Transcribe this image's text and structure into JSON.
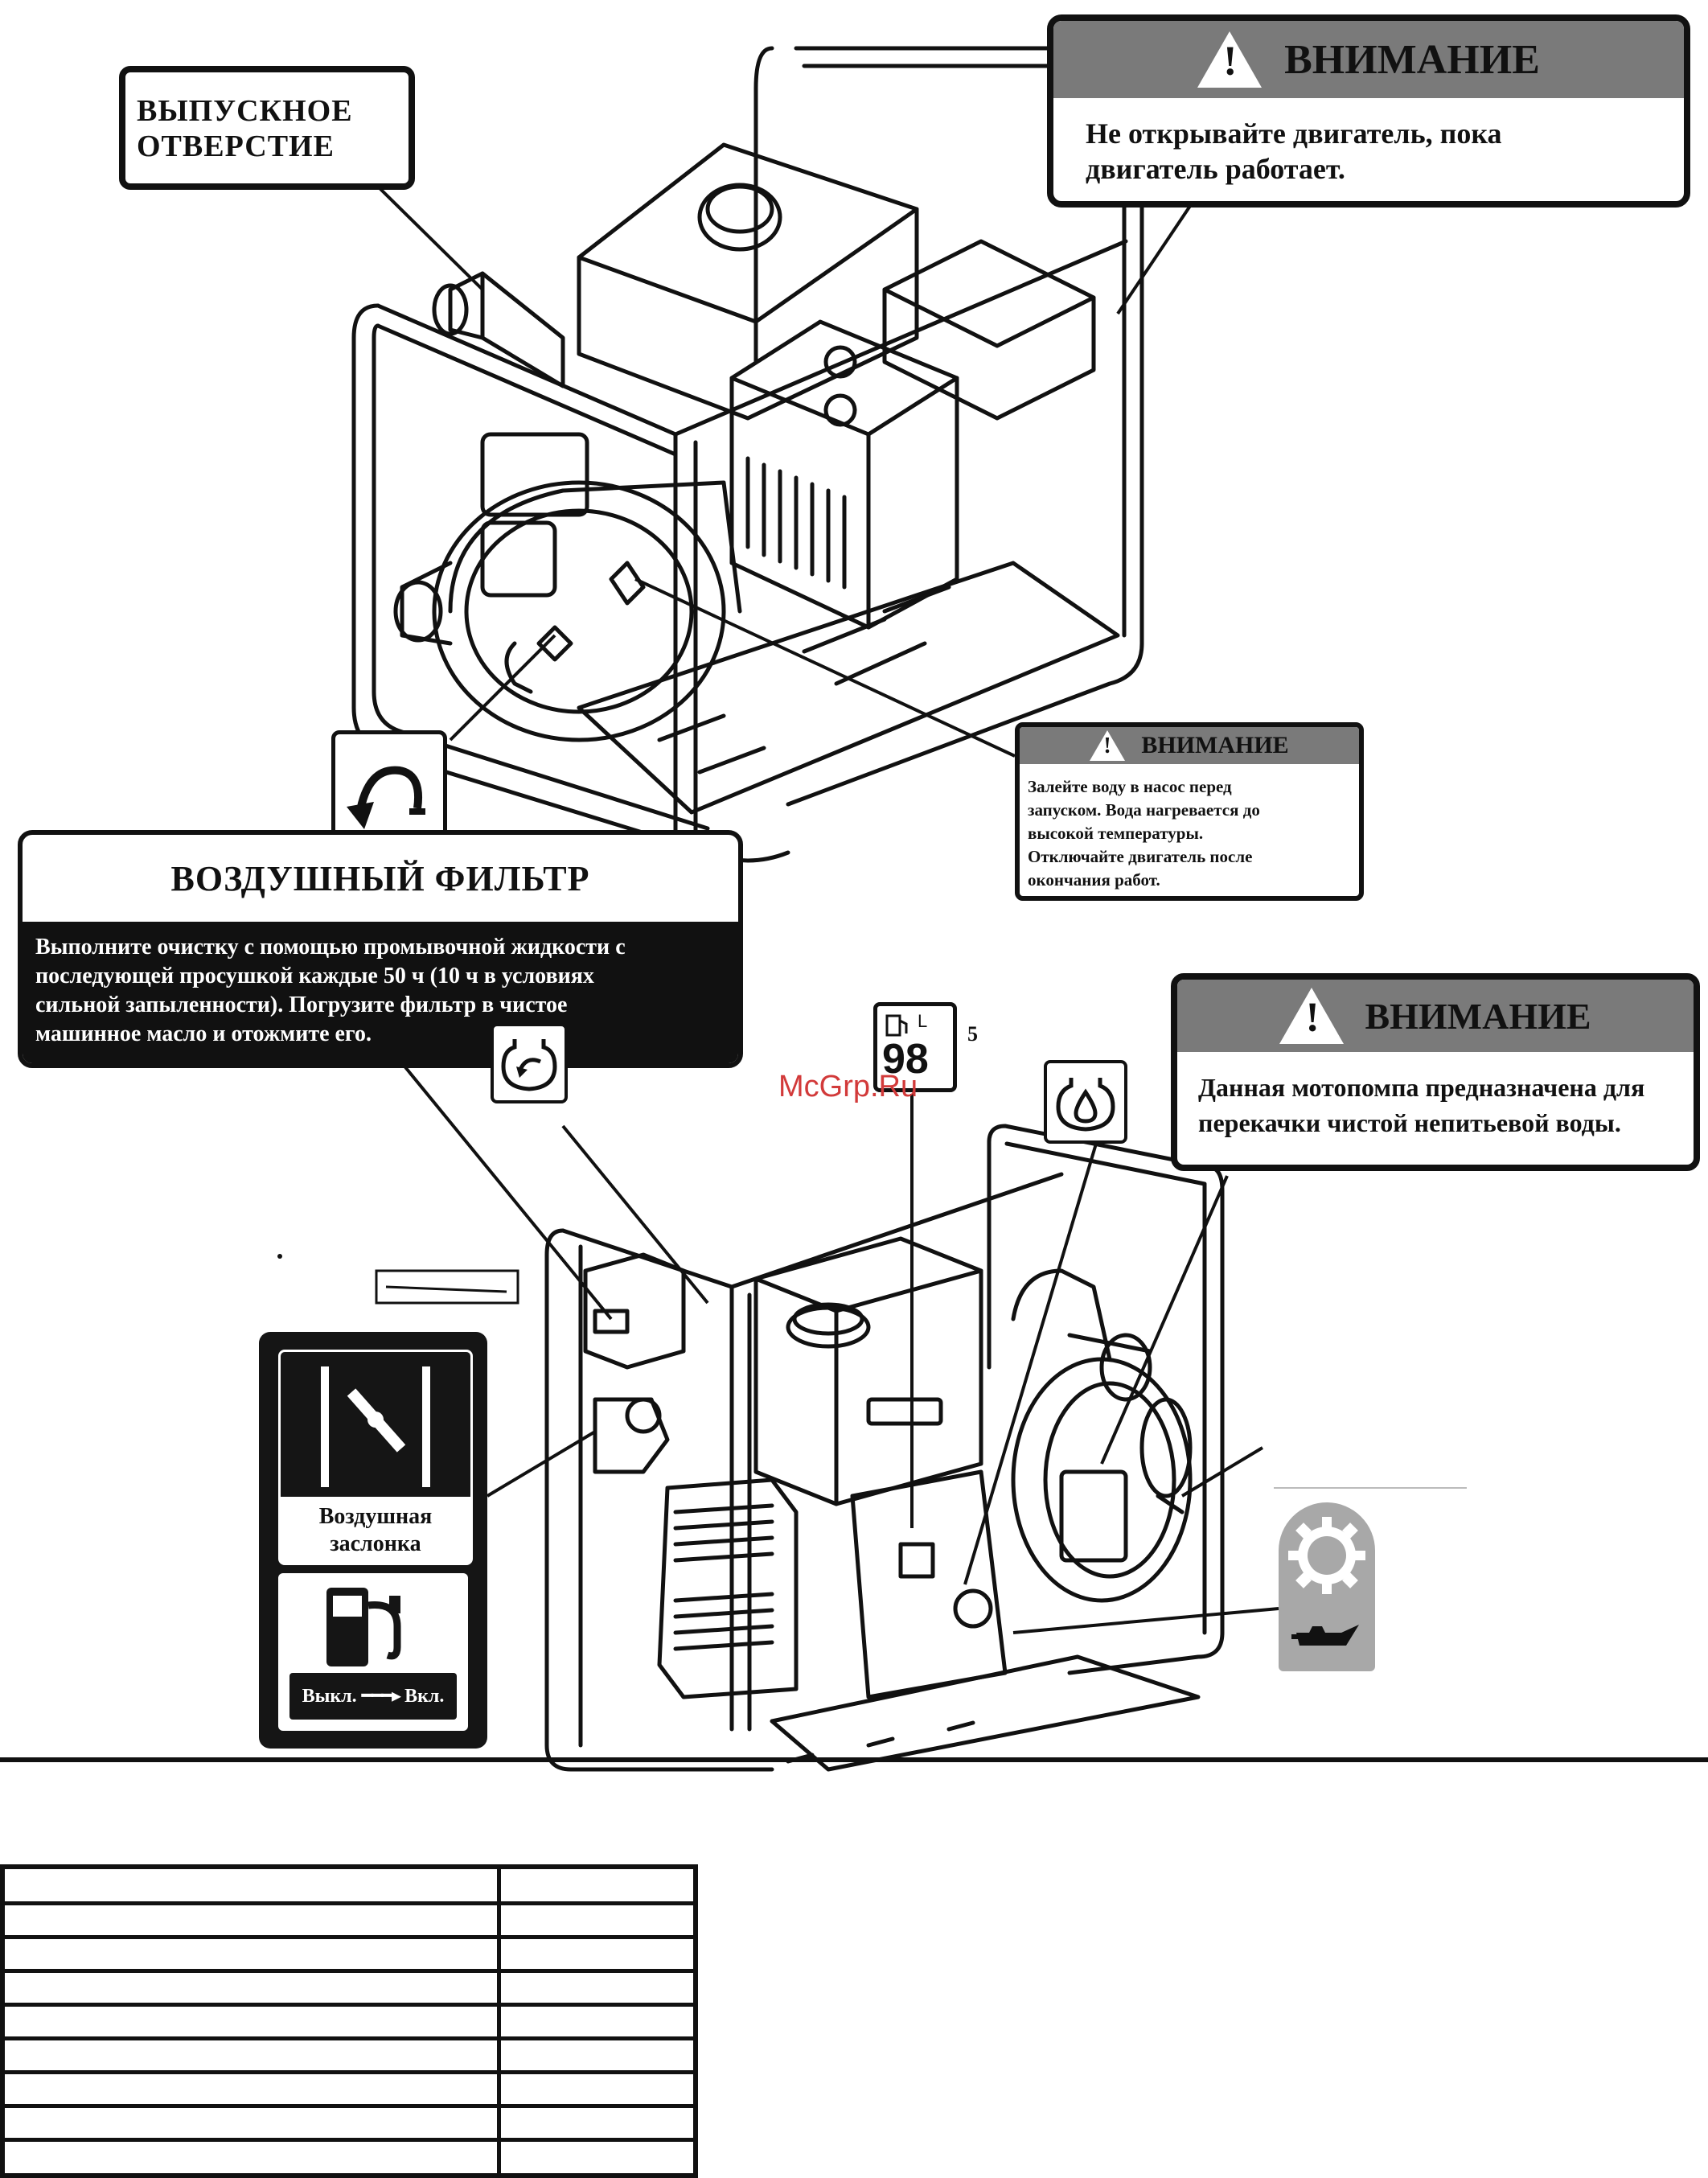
{
  "labels": {
    "outlet": [
      "ВЫПУСКНОЕ",
      "ОТВЕРСТИЕ"
    ],
    "warning_top": {
      "title": "ВНИМАНИЕ",
      "text": [
        "Не открывайте двигатель, пока",
        "двигатель работает."
      ]
    },
    "warning_water": {
      "title": "ВНИМАНИЕ",
      "text": [
        "Залейте воду в насос перед",
        "запуском. Вода нагревается до",
        "высокой температуры.",
        "Отключайте двигатель после",
        "окончания работ."
      ]
    },
    "air_filter": {
      "title": "ВОЗДУШНЫЙ ФИЛЬТР",
      "text": [
        "Выполните очистку с помощью промывочной жидкости с",
        "последующей просушкой каждые 50 ч (10 ч в условиях",
        "сильной запыленности). Погрузите фильтр в чистое",
        "машинное масло и отожмите его."
      ]
    },
    "warning_pump": {
      "title": "ВНИМАНИЕ",
      "text": [
        "Данная мотопомпа предназначена для",
        "перекачки чистой непитьевой воды."
      ]
    },
    "octane": {
      "value": "98",
      "unit_label": "L",
      "index": "5"
    },
    "choke_panel": {
      "choke_caption": [
        "Воздушная",
        "заслонка"
      ],
      "fuel_off": "Выкл.",
      "fuel_on": "Вкл."
    },
    "watermark": "McGrp.Ru"
  },
  "icons": [
    "warning-triangle-icon",
    "rotation-arrow-icon",
    "oil-drop-icon",
    "fuel-pump-icon",
    "oil-can-icon",
    "gear-icon",
    "choke-lever-icon"
  ],
  "colors": {
    "label_header_gray": "#7a7a7a",
    "ink": "#111111",
    "watermark": "#d23a3a",
    "oil_plate": "#a8a8a8"
  },
  "table": {
    "rows": 9,
    "columns": 2
  }
}
